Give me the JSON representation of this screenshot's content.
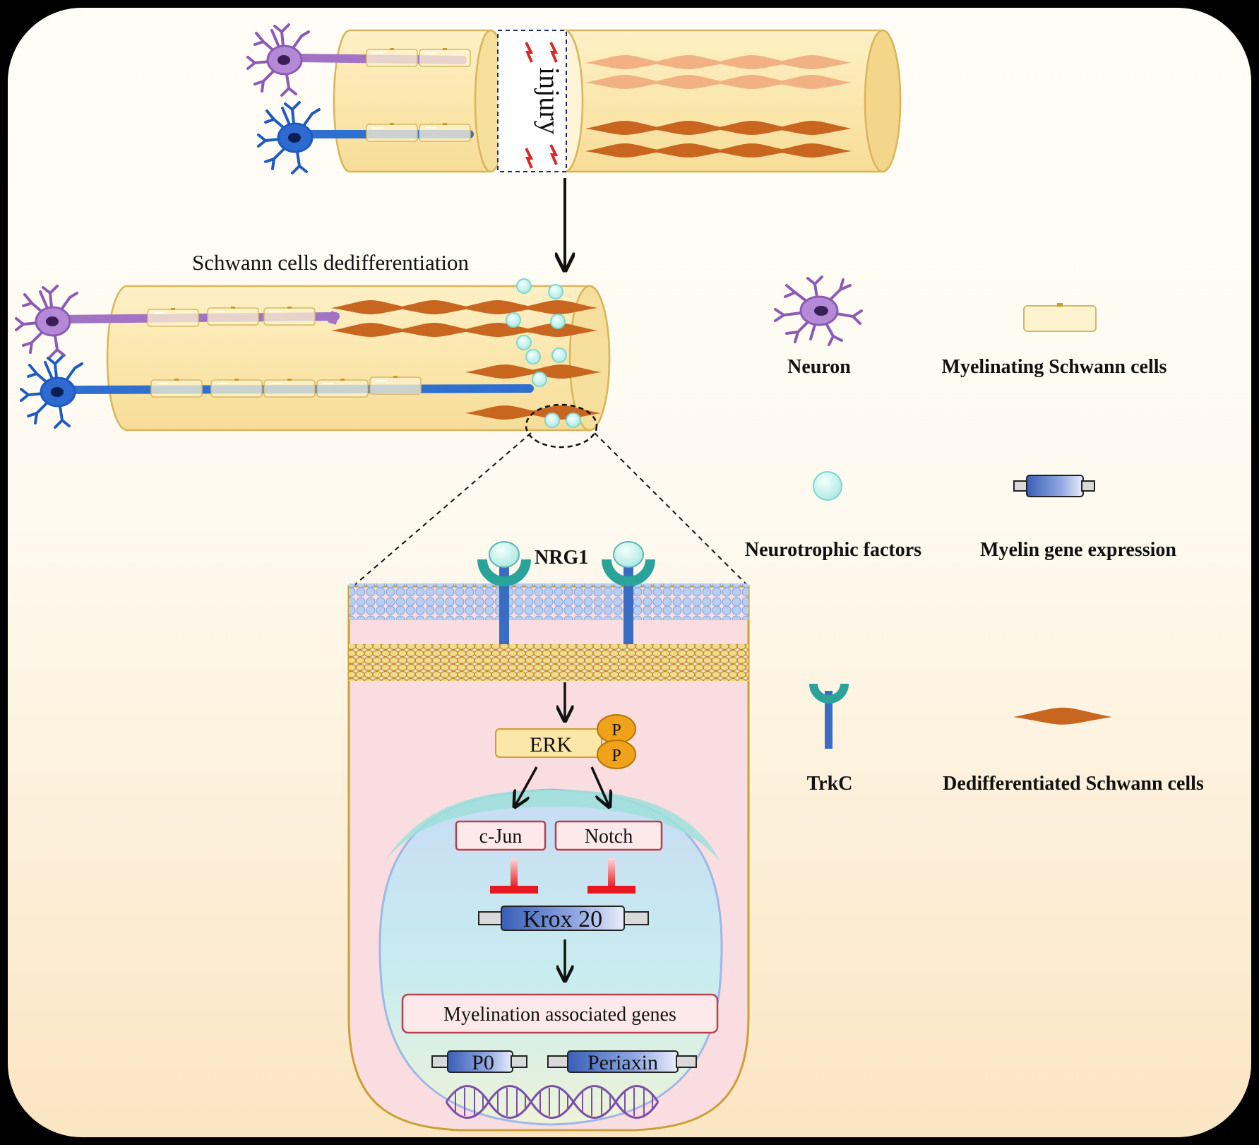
{
  "top_panel": {
    "injury_label": "injury"
  },
  "middle_panel": {
    "title": "Schwann cells dedifferentiation"
  },
  "pathway": {
    "ligand": "NRG1",
    "kinase": "ERK",
    "phospho": [
      "P",
      "P"
    ],
    "effectors": [
      "c-Jun",
      "Notch"
    ],
    "target_gene": "Krox 20",
    "output_box": "Myelination associated genes",
    "genes": [
      "P0",
      "Periaxin"
    ]
  },
  "legend": {
    "neuron": "Neuron",
    "myelinating": "Myelinating Schwann cells",
    "neurotrophic": "Neurotrophic factors",
    "myelin_gene": "Myelin gene expression",
    "trkc": "TrkC",
    "dedifferentiated": "Dedifferentiated Schwann cells"
  },
  "colors": {
    "background_top": "#fffdf6",
    "background_bottom": "#fbe6c4",
    "nerve_fill": "#fcecb8",
    "nerve_stroke": "#d9b45a",
    "purple_axon": "#a272c4",
    "blue_axon": "#2f6fd0",
    "dediff_cell": "#c8651e",
    "light_cell": "#f2b183",
    "neurotrophic": "#bff0ec",
    "receptor": "#2aa39a",
    "inhibition": "#e8191e",
    "membrane": "#b9cdf0",
    "cytoplasm": "#f9dde0"
  }
}
